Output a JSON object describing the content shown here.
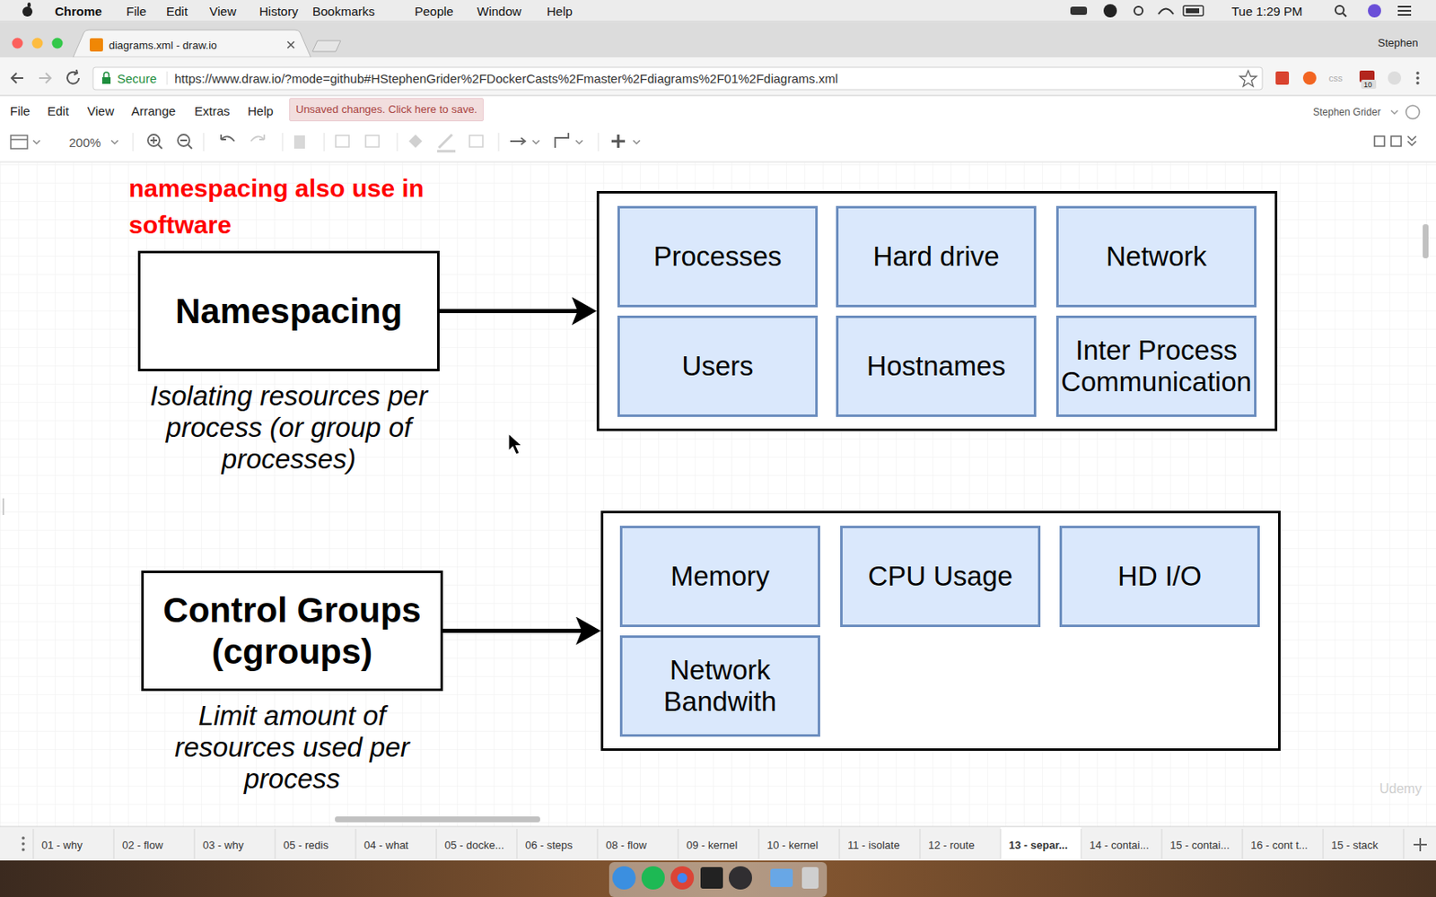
{
  "diagram": {
    "nodes": [
      {
        "text": [
          "Namespacing",
          "Isolating resources per process (or group of processes)"
        ]
      },
      {
        "text": []
      },
      {
        "text": [
          "Processes"
        ],
        "in": 1
      },
      {
        "text": [
          "Hard drive"
        ],
        "in": 1
      },
      {
        "text": [
          "Network"
        ],
        "in": 1
      },
      {
        "text": [
          "Users"
        ],
        "in": 1
      },
      {
        "text": [
          "Hostnames"
        ],
        "in": 1
      },
      {
        "text": [
          "Inter Process Communication"
        ],
        "in": 1
      },
      {
        "text": [
          "Control Groups (cgroups)",
          "Limit amount of resources used per process"
        ]
      },
      {
        "text": []
      },
      {
        "text": [
          "Memory"
        ],
        "in": 9
      },
      {
        "text": [
          "CPU Usage"
        ],
        "in": 9
      },
      {
        "text": [
          "HD I/O"
        ],
        "in": 9
      },
      {
        "text": [
          "Network Bandwith"
        ],
        "in": 9
      }
    ],
    "edges": [
      {
        "from": 0,
        "to": 1,
        "arrow": "to"
      },
      {
        "from": 8,
        "to": 9,
        "arrow": "to"
      }
    ],
    "labels": [
      "namespacing also use in software",
      "Chrome",
      "File",
      "Edit",
      "View",
      "History",
      "Bookmarks",
      "People",
      "Window",
      "Help",
      "Tue 1:29 PM",
      "diagrams.xml - draw.io",
      "Stephen",
      "Secure",
      "https://www.draw.io/?mode=github#HStephenGrider%2FDockerCasts%2Fmaster%2Fdiagrams%2F01%2Fdiagrams.xml",
      "File",
      "Edit",
      "View",
      "Arrange",
      "Extras",
      "Help",
      "Unsaved changes. Click here to save.",
      "Stephen Grider",
      "200%",
      "01 - why",
      "02 - flow",
      "03 - why",
      "05 - redis",
      "04 - what",
      "05 - docke...",
      "06 - steps",
      "08 - flow",
      "09 - kernel",
      "10 - kernel",
      "11 - isolate",
      "12 - route",
      "13 - separ...",
      "14 - contai...",
      "15 - contai...",
      "16 - cont t...",
      "15 - stack",
      "Udemy",
      "10",
      "css"
    ]
  }
}
